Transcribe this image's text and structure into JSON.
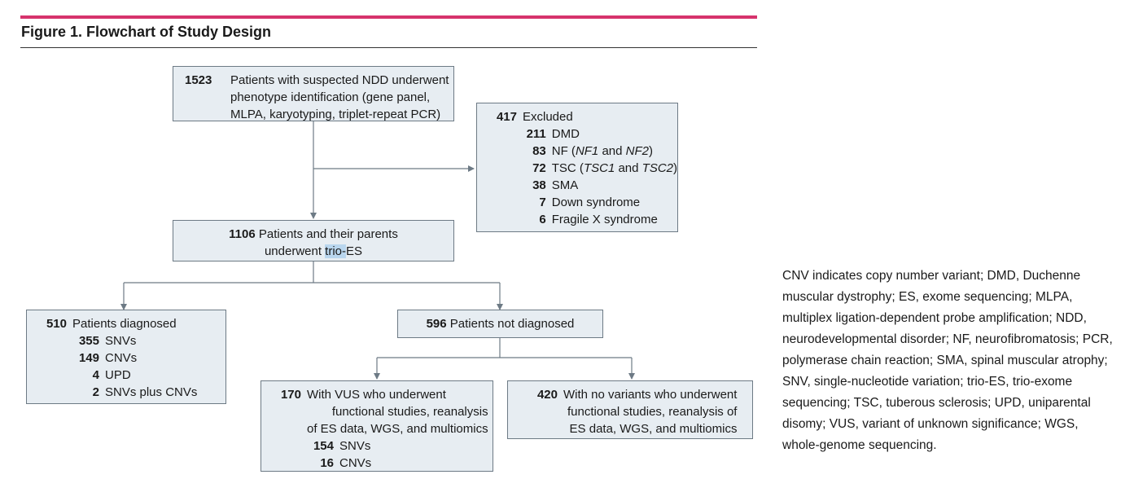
{
  "figure": {
    "label": "Figure 1.",
    "title": "Flowchart of Study Design",
    "accent_color": "#d6336c"
  },
  "nodes": {
    "start": {
      "count": "1523",
      "lines": [
        "Patients with suspected NDD underwent",
        "phenotype identification (gene panel,",
        "MLPA, karyotyping, triplet-repeat PCR)"
      ]
    },
    "excluded": {
      "count": "417",
      "label": "Excluded",
      "items": [
        {
          "count": "211",
          "text": "DMD"
        },
        {
          "count": "83",
          "text_pre": "NF (",
          "g1": "NF1",
          "mid": " and ",
          "g2": "NF2",
          "text_post": ")"
        },
        {
          "count": "72",
          "text_pre": "TSC (",
          "g1": "TSC1",
          "mid": " and ",
          "g2": "TSC2",
          "text_post": ")"
        },
        {
          "count": "38",
          "text": "SMA"
        },
        {
          "count": "7",
          "text": "Down syndrome"
        },
        {
          "count": "6",
          "text": "Fragile X syndrome"
        }
      ]
    },
    "trio": {
      "count": "1106",
      "line1": "Patients and their parents",
      "line2_pre": "underwent ",
      "line2_hl": "trio-",
      "line2_post": "ES"
    },
    "diagnosed": {
      "count": "510",
      "label": "Patients diagnosed",
      "items": [
        {
          "count": "355",
          "text": "SNVs"
        },
        {
          "count": "149",
          "text": "CNVs"
        },
        {
          "count": "4",
          "text": "UPD"
        },
        {
          "count": "2",
          "text": "SNVs plus CNVs"
        }
      ]
    },
    "not_diagnosed": {
      "count": "596",
      "label": "Patients not diagnosed"
    },
    "vus": {
      "count": "170",
      "lines": [
        "With VUS who underwent",
        "functional studies, reanalysis",
        "of ES data, WGS, and multiomics"
      ],
      "items": [
        {
          "count": "154",
          "text": "SNVs"
        },
        {
          "count": "16",
          "text": "CNVs"
        }
      ]
    },
    "no_variants": {
      "count": "420",
      "lines": [
        "With no variants who underwent",
        "functional studies, reanalysis of",
        "ES data, WGS, and multiomics"
      ]
    }
  },
  "footnote": "CNV indicates copy number variant; DMD, Duchenne muscular dystrophy; ES, exome sequencing; MLPA, multiplex ligation-dependent probe amplification; NDD, neurodevelopmental disorder; NF, neurofibromatosis; PCR, polymerase chain reaction; SMA, spinal muscular atrophy; SNV, single-nucleotide variation; trio-ES, trio-exome sequencing; TSC, tuberous sclerosis; UPD, uniparental disomy; VUS, variant of unknown significance; WGS, whole-genome sequencing."
}
